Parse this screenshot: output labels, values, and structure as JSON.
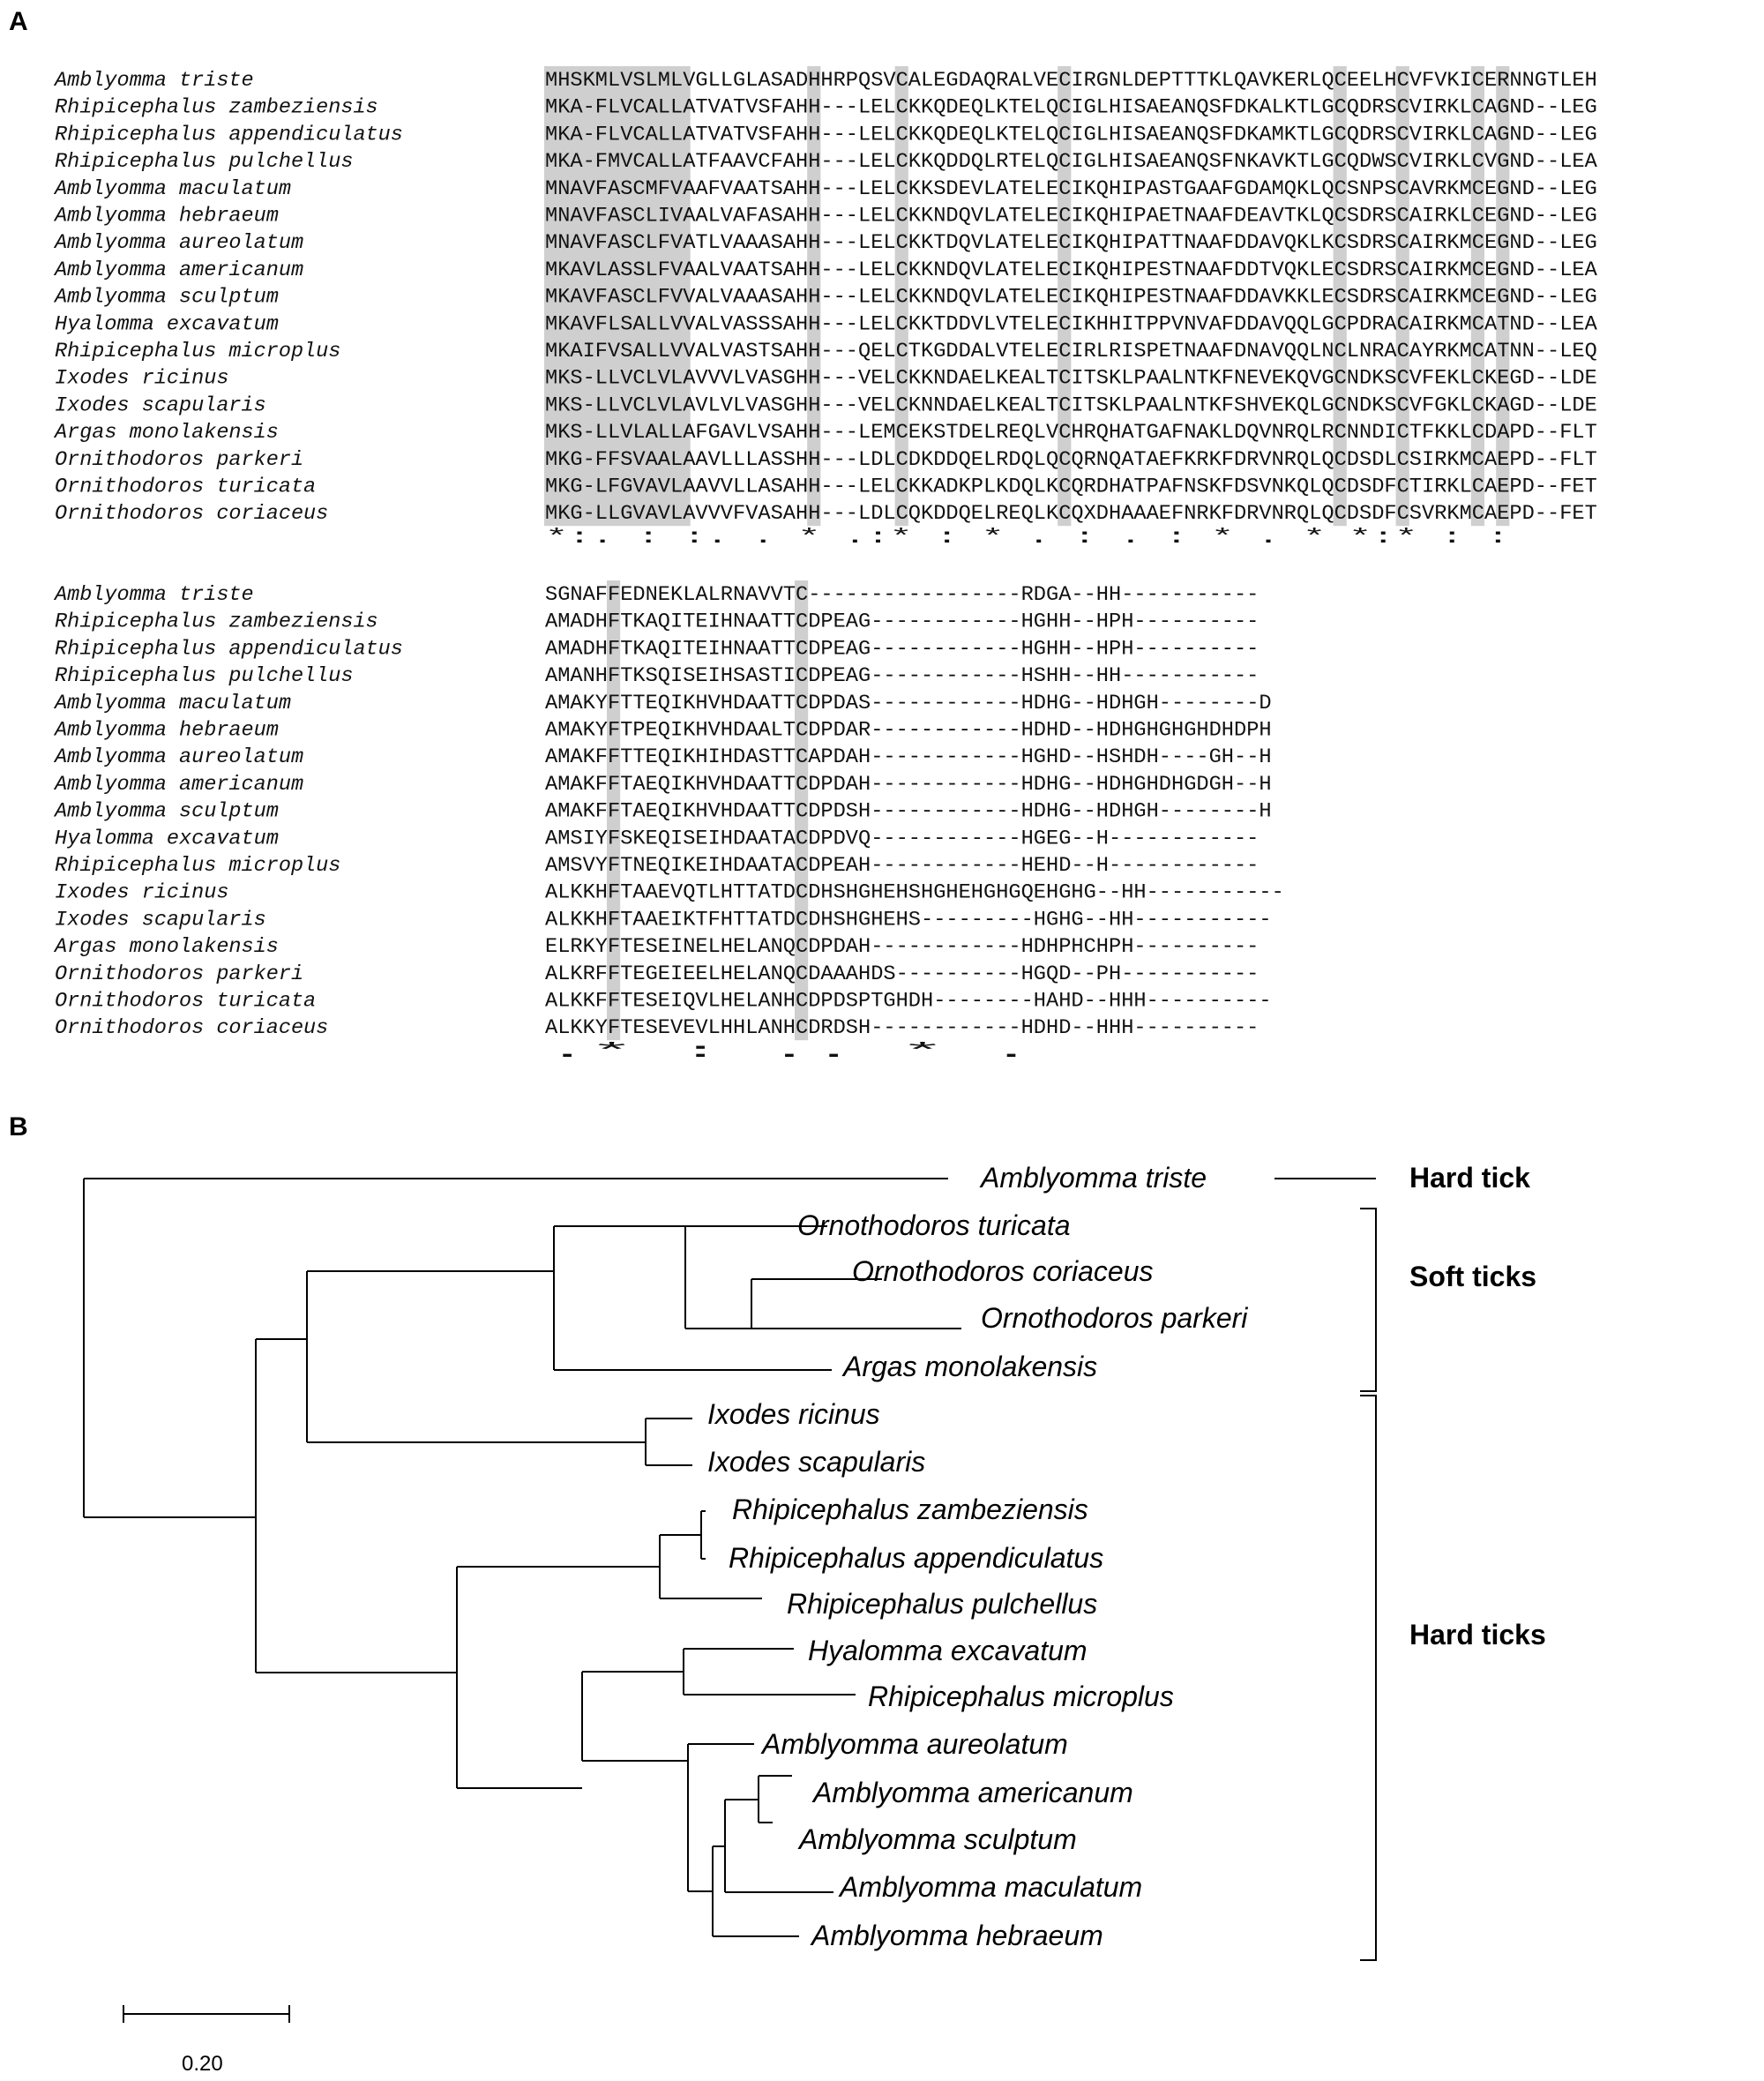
{
  "panel_a": {
    "label": "A",
    "highlight_color": "#cfcfcf",
    "block1": {
      "rows": [
        {
          "species": "Amblyomma triste",
          "seq": "MHSKMLVSLMLVGLLGLASADHHRPQSVCALEGDAQRALVECIRGNLDEPTTTKLQAVKERLQCEELHCVFVKICERNNGTLEH"
        },
        {
          "species": "Rhipicephalus zambeziensis",
          "seq": "MKA-FLVCALLATVATVSFAHH---LELCKKQDEQLKTELQCIGLHISAEANQSFDKALKTLGCQDRSCVIRKLCAGND--LEG"
        },
        {
          "species": "Rhipicephalus appendiculatus",
          "seq": "MKA-FLVCALLATVATVSFAHH---LELCKKQDEQLKTELQCIGLHISAEANQSFDKAMKTLGCQDRSCVIRKLCAGND--LEG"
        },
        {
          "species": "Rhipicephalus pulchellus",
          "seq": "MKA-FMVCALLATFAAVCFAHH---LELCKKQDDQLRTELQCIGLHISAEANQSFNKAVKTLGCQDWSCVIRKLCVGND--LEA"
        },
        {
          "species": "Amblyomma maculatum",
          "seq": "MNAVFASCMFVAAFVAATSAHH---LELCKKSDEVLATELECIKQHIPASTGAAFGDAMQKLQCSNPSCAVRKMCEGND--LEG"
        },
        {
          "species": "Amblyomma hebraeum",
          "seq": "MNAVFASCLIVAALVAFASAHH---LELCKKNDQVLATELECIKQHIPAETNAAFDEAVTKLQCSDRSCAIRKLCEGND--LEG"
        },
        {
          "species": "Amblyomma aureolatum",
          "seq": "MNAVFASCLFVATLVAAASAHH---LELCKKTDQVLATELECIKQHIPATTNAAFDDAVQKLKCSDRSCAIRKMCEGND--LEG"
        },
        {
          "species": "Amblyomma americanum",
          "seq": "MKAVLASSLFVAALVAATSAHH---LELCKKNDQVLATELECIKQHIPESTNAAFDDTVQKLECSDRSCAIRKMCEGND--LEA"
        },
        {
          "species": "Amblyomma sculptum",
          "seq": "MKAVFASCLFVVALVAAASAHH---LELCKKNDQVLATELECIKQHIPESTNAAFDDAVKKLECSDRSCAIRKMCEGND--LEG"
        },
        {
          "species": "Hyalomma excavatum",
          "seq": "MKAVFLSALLVVALVASSSAHH---LELCKKTDDVLVTELECIKHHITPPVNVAFDDAVQQLGCPDRACAIRKMCATND--LEA"
        },
        {
          "species": "Rhipicephalus microplus",
          "seq": "MKAIFVSALLVVALVASTSAHH---QELCTKGDDALVTELECIRLRISPETNAAFDNAVQQLNCLNRACAYRKMCATNN--LEQ"
        },
        {
          "species": "Ixodes ricinus",
          "seq": "MKS-LLVCLVLAVVVLVASGHH---VELCKKNDAELKEALTCITSKLPAALNTKFNEVEKQVGCNDKSCVFEKLCKEGD--LDE"
        },
        {
          "species": "Ixodes scapularis",
          "seq": "MKS-LLVCLVLAVLVLVASGHH---VELCKNNDAELKEALTCITSKLPAALNTKFSHVEKQLGCNDKSCVFGKLCKAGD--LDE"
        },
        {
          "species": "Argas monolakensis",
          "seq": "MKS-LLVLALLAFGAVLVSAHH---LEMCEKSTDELREQLVCHRQHATGAFNAKLDQVNRQLRCNNDICTFKKLCDAPD--FLT"
        },
        {
          "species": "Ornithodoros parkeri",
          "seq": "MKG-FFSVAALAAVLLLASSHH---LDLCDKDDQELRDQLQCQRNQATAEFKRKFDRVNRQLQCDSDLCSIRKMCAEPD--FLT"
        },
        {
          "species": "Ornithodoros turicata",
          "seq": "MKG-LFGVAVLAAVVLLASAHH---LELCKKADKPLKDQLKCQRDHATPAFNSKFDSVNKQLQCDSDFCTIRKLCAEPD--FET"
        },
        {
          "species": "Ornithodoros coriaceus",
          "seq": "MKG-LLGVAVLAVVVFVASAHH---LDLCQKDDQELREQLKCQXDHAAAEFNRKFDRVNRQLQCDSDFCSVRKMCAEPD--FET"
        }
      ],
      "consensus": "*:. :      :.     . *   .:*        : *  .        :  .   : * .  *   *:*   :  :"
    },
    "block2": {
      "rows": [
        {
          "species": "Amblyomma triste",
          "seq": "SGNAFFEDNEKLALRNAVVTC-----------------RDGA--HH-----------"
        },
        {
          "species": "Rhipicephalus zambeziensis",
          "seq": "AMADHFTKAQITEIHNAATTCDPEAG------------HGHH--HPH----------"
        },
        {
          "species": "Rhipicephalus appendiculatus",
          "seq": "AMADHFTKAQITEIHNAATTCDPEAG------------HGHH--HPH----------"
        },
        {
          "species": "Rhipicephalus pulchellus",
          "seq": "AMANHFTKSQISEIHSASTICDPEAG------------HSHH--HH-----------"
        },
        {
          "species": "Amblyomma maculatum",
          "seq": "AMAKYFTTEQIKHVHDAATTCDPDAS------------HDHG--HDHGH--------D"
        },
        {
          "species": "Amblyomma hebraeum",
          "seq": "AMAKYFTPEQIKHVHDAALTCDPDAR------------HDHD--HDHGHGHGHDHDPH"
        },
        {
          "species": "Amblyomma aureolatum",
          "seq": "AMAKFFTTEQIKHIHDASTTCAPDAH------------HGHD--HSHDH----GH--H"
        },
        {
          "species": "Amblyomma americanum",
          "seq": "AMAKFFTAEQIKHVHDAATTCDPDAH------------HDHG--HDHGHDHGDGH--H"
        },
        {
          "species": "Amblyomma sculptum",
          "seq": "AMAKFFTAEQIKHVHDAATTCDPDSH------------HDHG--HDHGH--------H"
        },
        {
          "species": "Hyalomma excavatum",
          "seq": "AMSIYFSKEQISEIHDAATACDPDVQ------------HGEG--H------------"
        },
        {
          "species": "Rhipicephalus microplus",
          "seq": "AMSVYFTNEQIKEIHDAATACDPEAH------------HEHD--H------------"
        },
        {
          "species": "Ixodes ricinus",
          "seq": "ALKKHFTAAEVQTLHTTATDCDHSHGHEHSHGHEHGHGQEHGHG--HH-----------"
        },
        {
          "species": "Ixodes scapularis",
          "seq": "ALKKHFTAAEIKTFHTTATDCDHSHGHEHS---------HGHG--HH-----------"
        },
        {
          "species": "Argas monolakensis",
          "seq": "ELRKYFTESEINELHELANQCDPDAH------------HDHPHCHPH----------"
        },
        {
          "species": "Ornithodoros parkeri",
          "seq": "ALKRFFTEGEIEELHELANQCDAAAHDS----------HGQD--PH-----------"
        },
        {
          "species": "Ornithodoros turicata",
          "seq": "ALKKFFTESEIQVLHELANHCDPDSPTGHDH--------HAHD--HHH----------"
        },
        {
          "species": "Ornithodoros coriaceus",
          "seq": "ALKKYFTESEVEVLHHLANHCDRDSH------------HDHD--HHH----------"
        }
      ],
      "consensus": "    .*   :  ..    *                   ."
    }
  },
  "panel_b": {
    "label": "B",
    "taxa": {
      "triste": "Amblyomma triste",
      "turicata": "Ornothodoros turicata",
      "coriaceus": "Ornothodoros coriaceus",
      "parkeri": "Ornothodoros parkeri",
      "argas": "Argas monolakensis",
      "ricinus": "Ixodes ricinus",
      "scapularis": "Ixodes scapularis",
      "zambeziensis": "Rhipicephalus zambeziensis",
      "appendiculatus": "Rhipicephalus appendiculatus",
      "pulchellus": "Rhipicephalus pulchellus",
      "hyalomma": "Hyalomma excavatum",
      "microplus": "Rhipicephalus microplus",
      "aureolatum": "Amblyomma aureolatum",
      "americanum": "Amblyomma americanum",
      "sculptum": "Amblyomma sculptum",
      "maculatum": "Amblyomma maculatum",
      "hebraeum": "Amblyomma hebraeum"
    },
    "groups": {
      "hard_tick": "Hard tick",
      "soft_ticks": "Soft ticks",
      "hard_ticks": "Hard ticks"
    },
    "scale_label": "0.20"
  }
}
